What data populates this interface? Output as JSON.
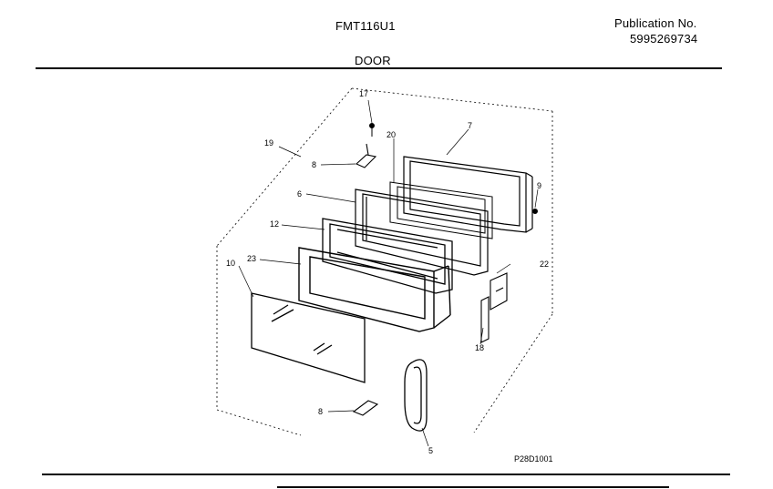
{
  "header": {
    "model": "FMT116U1",
    "publication_label": "Publication No.",
    "publication_number": "5995269734",
    "section_title": "DOOR"
  },
  "diagram": {
    "figure_code": "P28D1001",
    "callouts": {
      "c17": "17",
      "c19": "19",
      "c20": "20",
      "c7": "7",
      "c8a": "8",
      "c6": "6",
      "c9": "9",
      "c12": "12",
      "c23": "23",
      "c22": "22",
      "c10": "10",
      "c18": "18",
      "c8b": "8",
      "c5": "5"
    }
  }
}
